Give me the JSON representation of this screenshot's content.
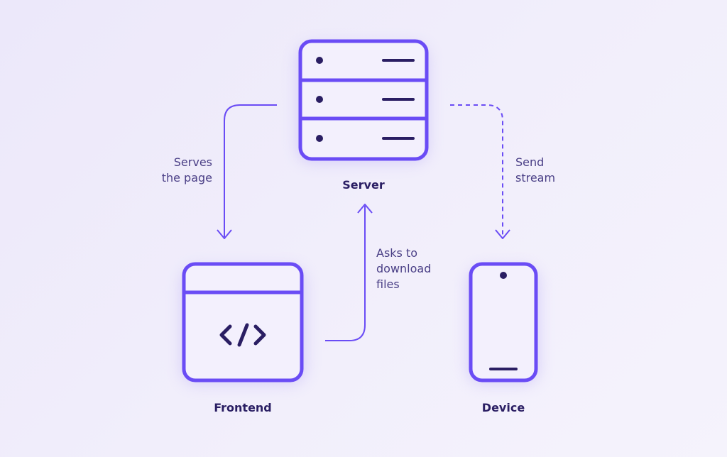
{
  "nodes": {
    "server": {
      "label": "Server"
    },
    "frontend": {
      "label": "Frontend",
      "code_glyph": "</>"
    },
    "device": {
      "label": "Device"
    }
  },
  "edges": {
    "serves": {
      "line1": "Serves",
      "line2": "the page"
    },
    "asks": {
      "line1": "Asks to",
      "line2": "download",
      "line3": "files"
    },
    "stream": {
      "line1": "Send",
      "line2": "stream"
    }
  },
  "colors": {
    "accent": "#6a4cf5",
    "dark": "#2a1e63",
    "node_fill": "#f3f0fd",
    "label": "#4a3f86"
  }
}
